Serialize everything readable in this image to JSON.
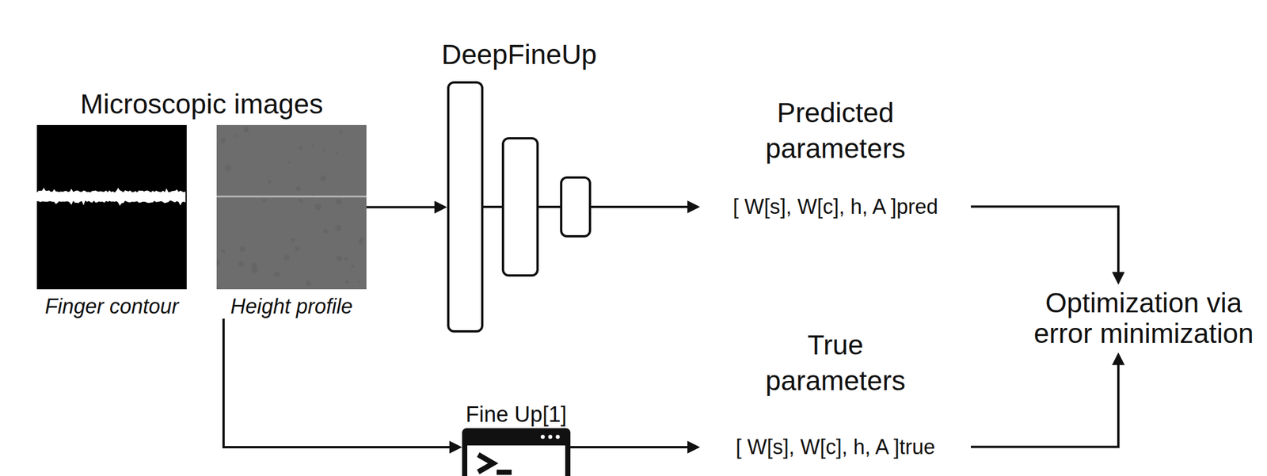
{
  "diagram": {
    "nodes": [
      {
        "text": [
          "Finger contour"
        ]
      },
      {
        "text": [
          "Height profile"
        ]
      },
      {
        "text": [
          "DeepFineUp"
        ]
      },
      {
        "text": [
          "Predicted parameters",
          "[ W[s], W[c], h, A ]pred"
        ]
      },
      {
        "text": [
          "Optimization via error minimization"
        ]
      },
      {
        "text": [
          "Fine Up[1]"
        ]
      },
      {
        "text": [
          "True parameters",
          "[ W[s], W[c], h, A ]true"
        ]
      }
    ],
    "edges": [
      {
        "from": 1,
        "to": 2,
        "arrow": "to"
      },
      {
        "from": 2,
        "to": 3,
        "arrow": "to"
      },
      {
        "from": 3,
        "to": 4,
        "arrow": "to"
      },
      {
        "from": 1,
        "to": 5,
        "arrow": "to"
      },
      {
        "from": 5,
        "to": 6,
        "arrow": "to"
      },
      {
        "from": 6,
        "to": 4,
        "arrow": "to"
      }
    ],
    "labels": [
      "Microscopic images"
    ]
  }
}
